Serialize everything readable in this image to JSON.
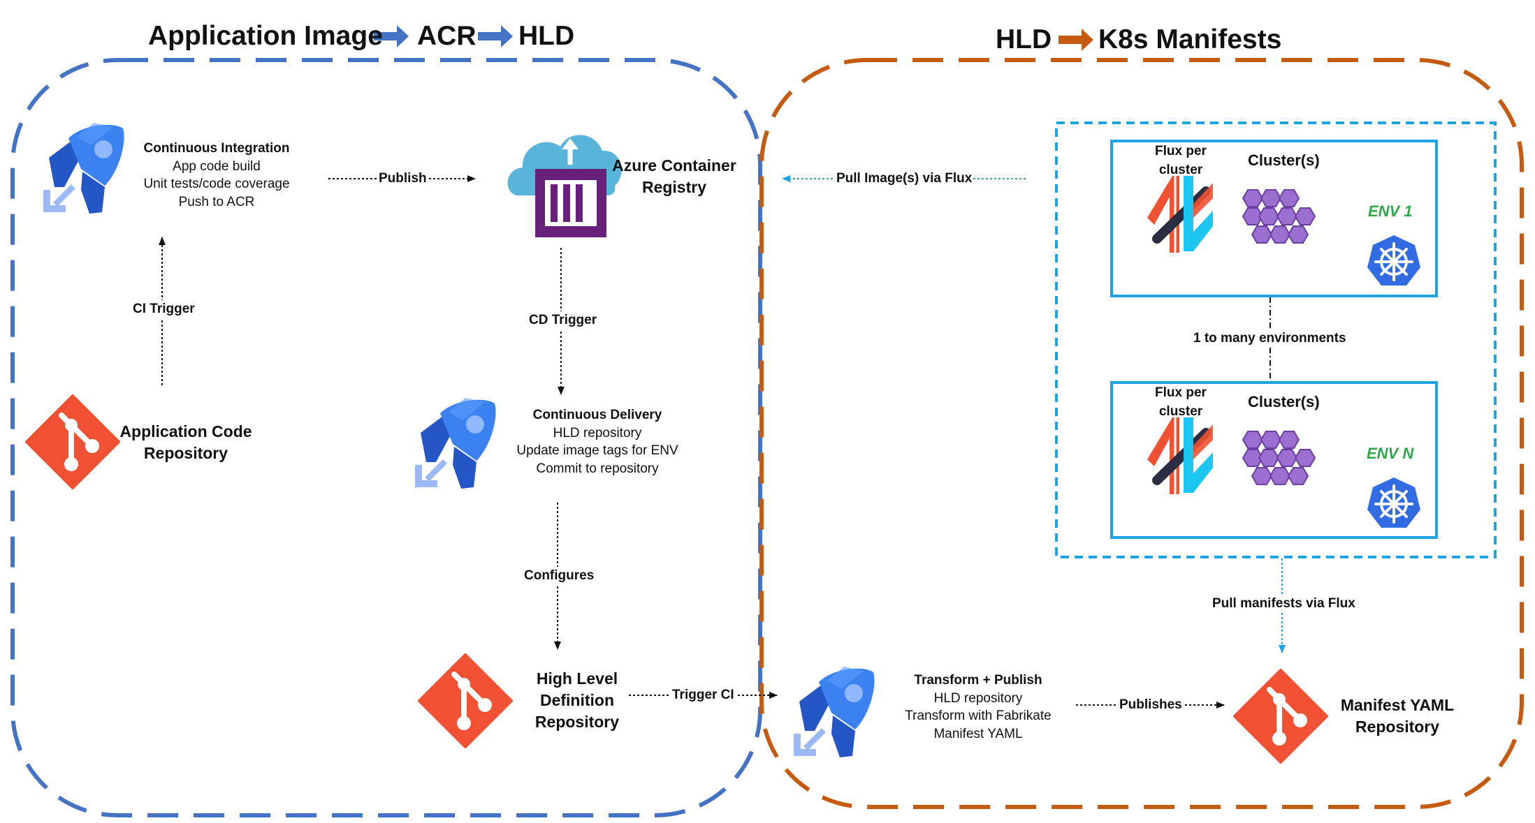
{
  "left_header": {
    "part1": "Application Image",
    "part2": "ACR",
    "part3": "HLD"
  },
  "right_header": {
    "part1": "HLD",
    "part2": "K8s Manifests"
  },
  "ci": {
    "title": "Continuous Integration",
    "lines": [
      "App code build",
      "Unit tests/code coverage",
      "Push to ACR"
    ]
  },
  "acr": {
    "line1": "Azure Container",
    "line2": "Registry"
  },
  "app_repo": {
    "line1": "Application Code",
    "line2": "Repository"
  },
  "cd": {
    "title": "Continuous Delivery",
    "lines": [
      "HLD repository",
      "Update image tags for ENV",
      "Commit to repository"
    ]
  },
  "hld_repo": {
    "line1": "High Level",
    "line2": "Definition",
    "line3": "Repository"
  },
  "transform": {
    "title": "Transform + Publish",
    "lines": [
      "HLD repository",
      "Transform with Fabrikate",
      "Manifest YAML"
    ]
  },
  "manifest_repo": {
    "line1": "Manifest YAML",
    "line2": "Repository"
  },
  "edges": {
    "publish": "Publish",
    "ci_trigger": "CI Trigger",
    "cd_trigger": "CD Trigger",
    "configures": "Configures",
    "trigger_ci": "Trigger CI",
    "publishes": "Publishes",
    "pull_images": "Pull Image(s) via Flux",
    "pull_manifests": "Pull manifests via Flux",
    "one_to_many": "1 to many environments"
  },
  "clusters": [
    {
      "flux_line1": "Flux per",
      "flux_line2": "cluster",
      "label": "Cluster(s)",
      "env": "ENV 1"
    },
    {
      "flux_line1": "Flux per",
      "flux_line2": "cluster",
      "label": "Cluster(s)",
      "env": "ENV N"
    }
  ],
  "colors": {
    "left_region": "#4472c4",
    "right_region": "#c55a11",
    "env_box": "#1fa2e0",
    "git_red": "#f05133",
    "devops_blue": "#2f6bd8",
    "acr_purple": "#68217a",
    "k8s_blue": "#326ce5",
    "env_green": "#2ea84a"
  }
}
